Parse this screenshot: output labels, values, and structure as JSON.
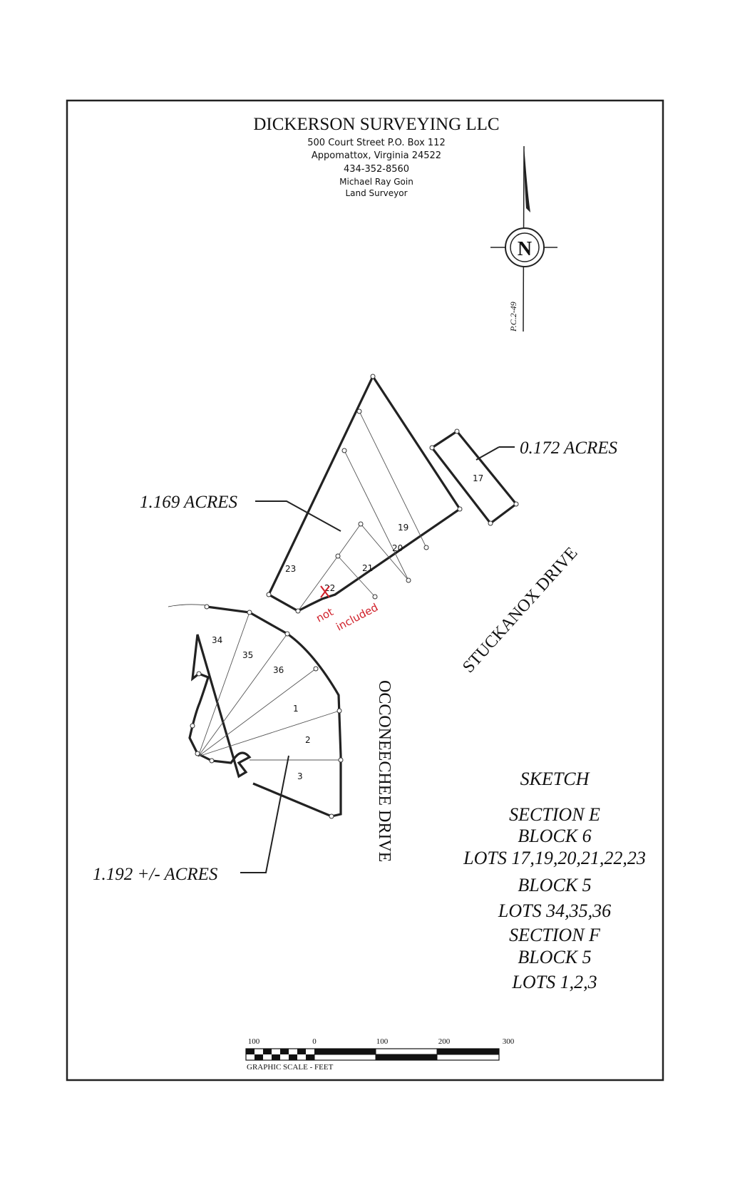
{
  "header": {
    "company": "DICKERSON SURVEYING LLC",
    "address": "500 Court Street P.O. Box 112",
    "city": "Appomattox, Virginia 24522",
    "phone": "434-352-8560",
    "surveyor_name": "Michael Ray Goin",
    "surveyor_title": "Land Surveyor"
  },
  "north_arrow": {
    "letter": "N",
    "plat_ref": "P.C.2-49",
    "icon": "north-arrow-icon"
  },
  "areas": {
    "parcel_17": "0.172 ACRES",
    "parcel_main": "1.169 ACRES",
    "parcel_lower": "1.192 +/- ACRES"
  },
  "lots": {
    "l17": "17",
    "l19": "19",
    "l20": "20",
    "l21": "21",
    "l22": "22",
    "l23": "23",
    "l34": "34",
    "l35": "35",
    "l36": "36",
    "l1": "1",
    "l2": "2",
    "l3": "3"
  },
  "annotation": {
    "line1": "not",
    "line2": "included",
    "color": "#d0202a"
  },
  "roads": {
    "stuckanox": "STUCKANOX DRIVE",
    "occoneechee": "OCCONEECHEE DRIVE"
  },
  "legend": {
    "title": "SKETCH",
    "section_e": "SECTION E",
    "block_6": "BLOCK 6",
    "lots_e": "LOTS 17,19,20,21,22,23",
    "block_5a": "BLOCK 5",
    "lots_b5": "LOTS 34,35,36",
    "section_f": "SECTION F",
    "block_5b": "BLOCK 5",
    "lots_f": "LOTS 1,2,3"
  },
  "scale": {
    "labels": [
      "100",
      "0",
      "100",
      "200",
      "300"
    ],
    "caption": "GRAPHIC SCALE - FEET"
  }
}
